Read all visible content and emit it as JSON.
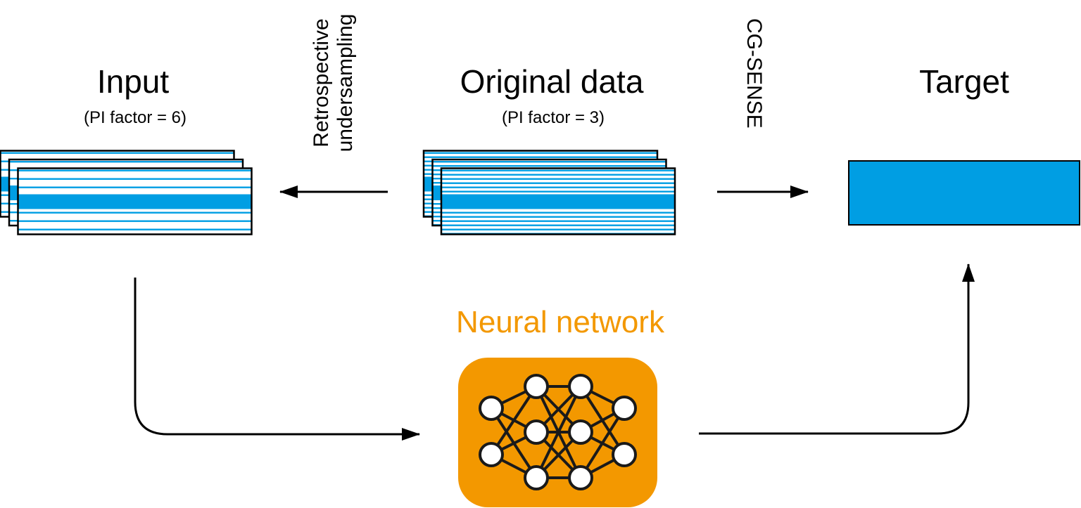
{
  "colors": {
    "blue": "#009EE3",
    "orange": "#F39800",
    "stroke": "#000000",
    "node_fill": "#FFFFFF",
    "edge": "#1A1A1A"
  },
  "input": {
    "title": "Input",
    "subtitle": "(PI factor = 6)",
    "frames": 3,
    "line_spacing_label": "sparse"
  },
  "original": {
    "title": "Original data",
    "subtitle": "(PI factor = 3)",
    "frames": 3
  },
  "target": {
    "title": "Target"
  },
  "arrows": {
    "retrospective": [
      "Retrospective",
      "undersampling"
    ],
    "cg_sense": "CG-SENSE"
  },
  "network": {
    "label": "Neural network",
    "layers": [
      2,
      3,
      3,
      2
    ]
  }
}
